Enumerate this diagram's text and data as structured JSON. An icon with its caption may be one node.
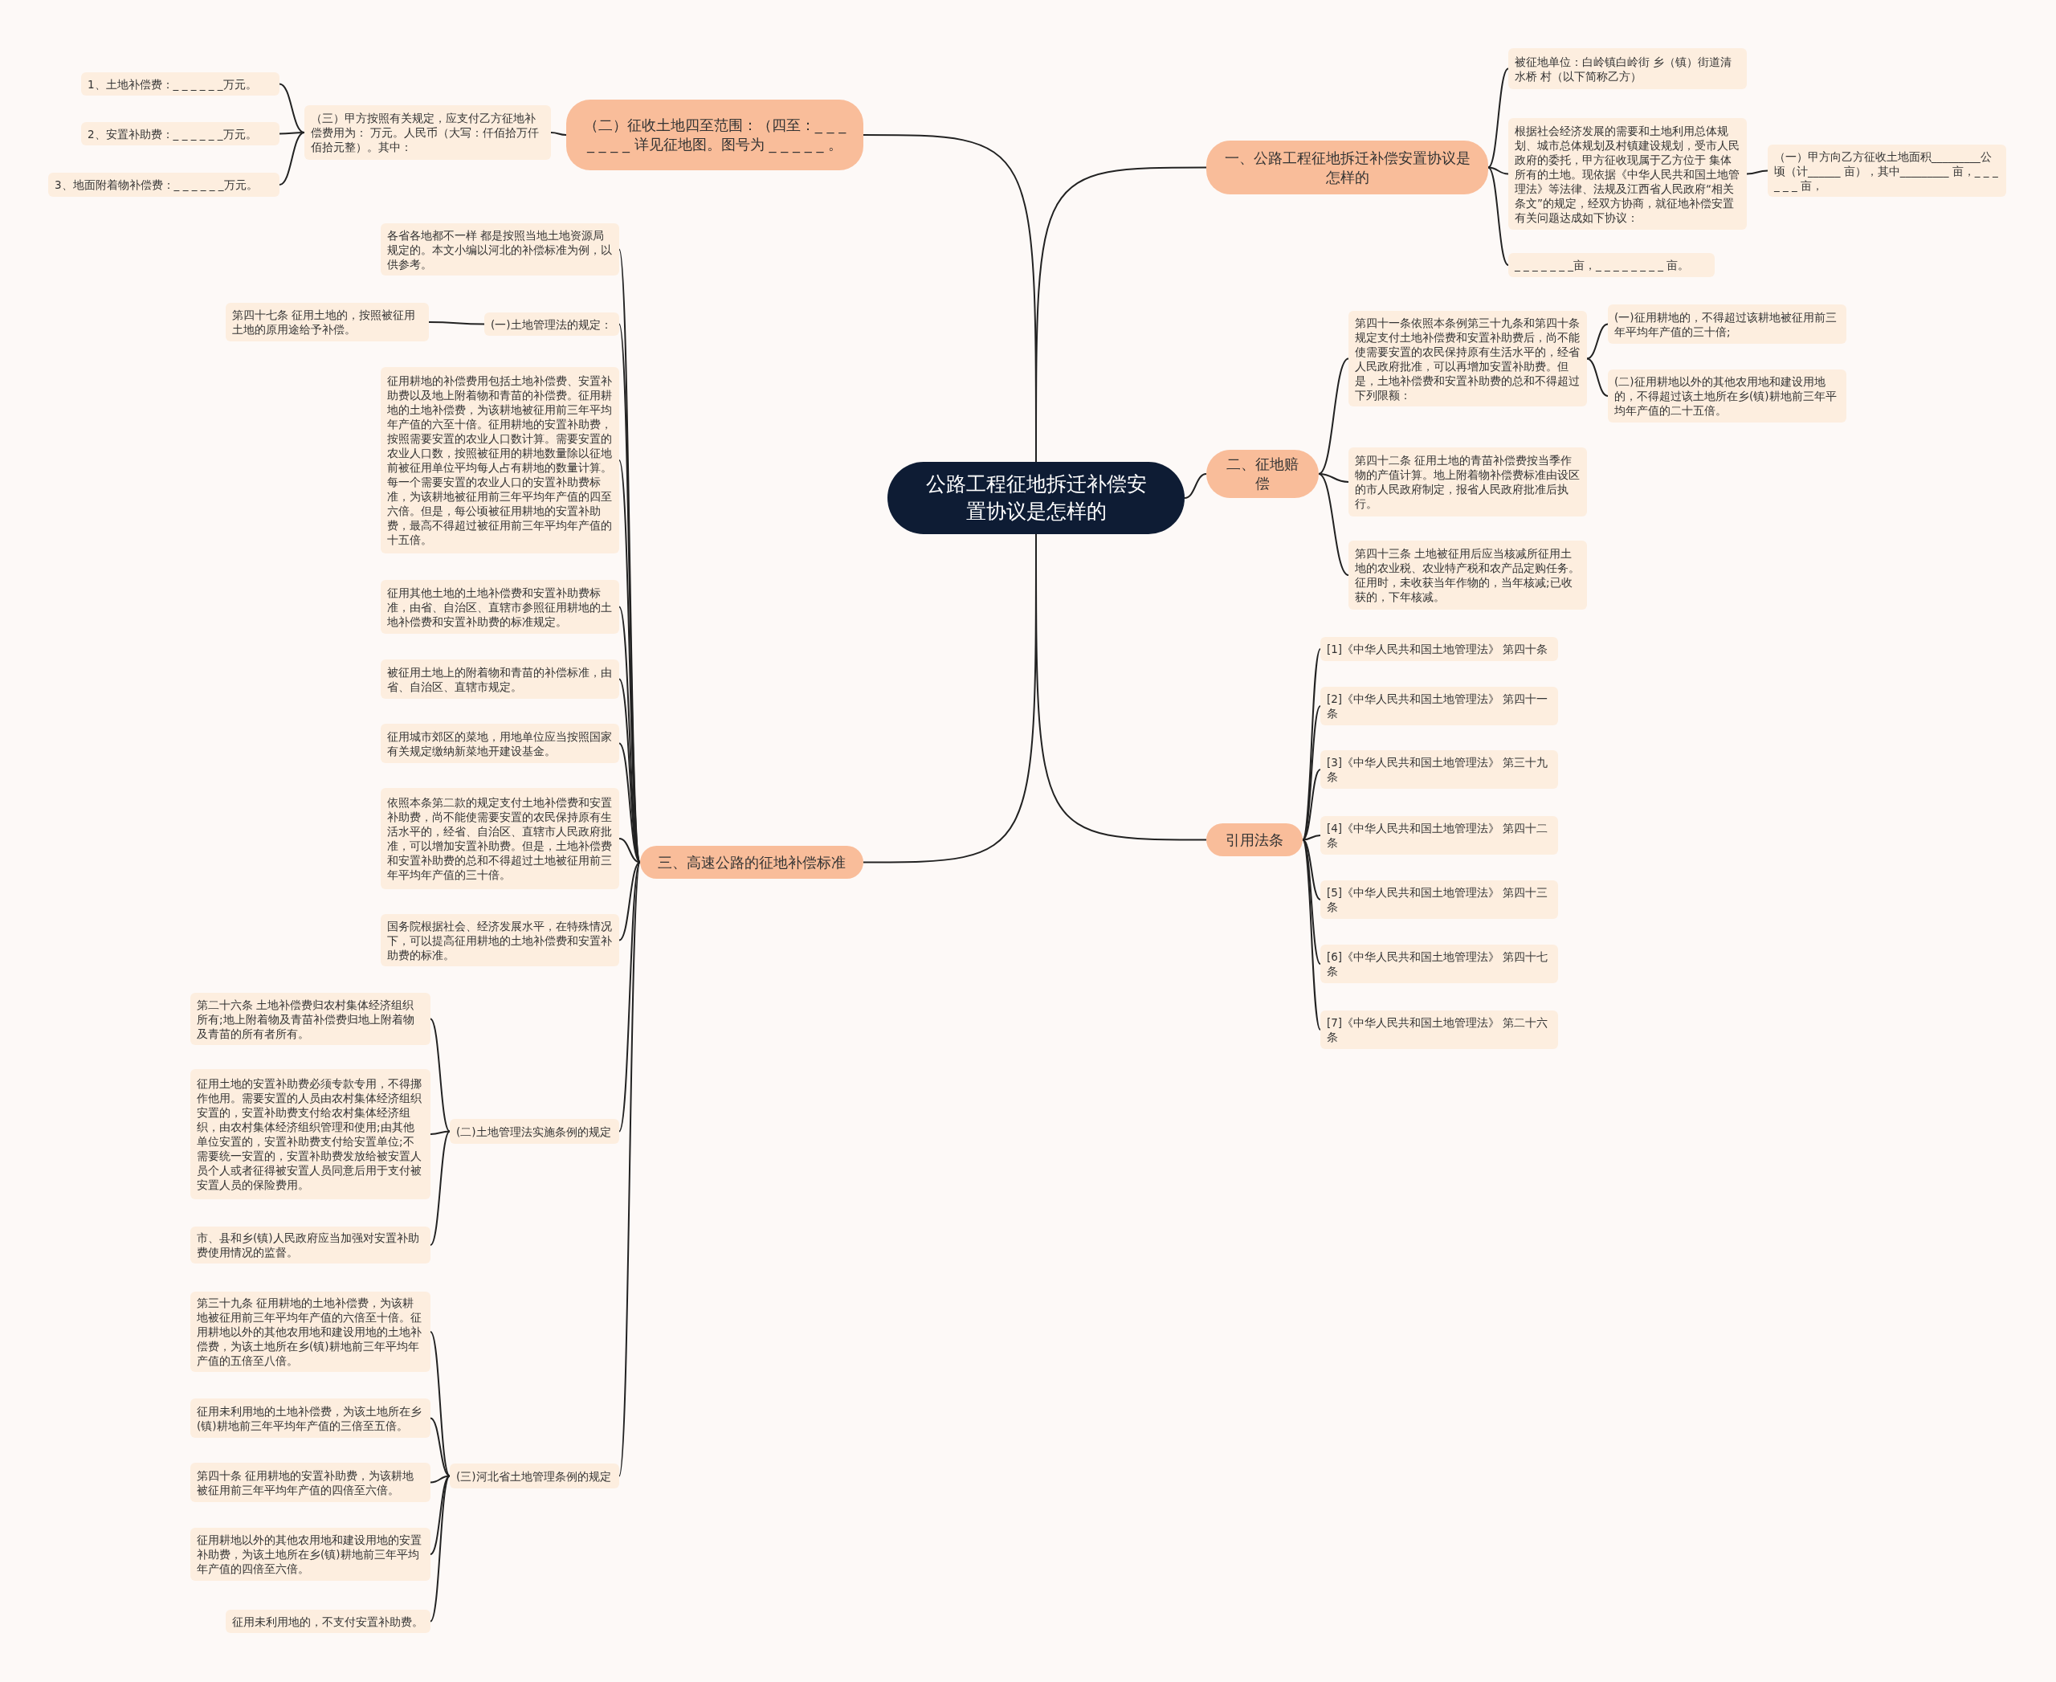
{
  "diagram": {
    "nodes": [
      {
        "text": [
          "公路工程征地拆迁补偿安置协议是怎样的"
        ]
      },
      {
        "text": [
          "一、公路工程征地拆迁补偿安置协议是怎样的"
        ]
      },
      {
        "text": [
          "被征地单位：白岭镇白岭街 乡（镇）街道清水桥 村（以下简称乙方）"
        ]
      },
      {
        "text": [
          "根据社会经济发展的需要和土地利用总体规划、城市总体规划及村镇建设规划，受市人民政府的委托，甲方征收现属于乙方位于 集体所有的土地。现依据《中华人民共和国土地管理法》等法律、法规及江西省人民政府“相关条文”的规定，经双方协商，就征地补偿安置有关问题达成如下协议："
        ]
      },
      {
        "text": [
          "（一）甲方向乙方征收土地面积_________公顷（计______ 亩），其中_________ 亩，_ _ _ _ _ _ 亩，"
        ]
      },
      {
        "text": [
          "_ _ _ _ _ _ _亩，_ _ _ _ _ _ _ _ 亩。"
        ]
      },
      {
        "text": [
          "二、征地赔偿"
        ]
      },
      {
        "text": [
          "第四十一条依照本条例第三十九条和第四十条规定支付土地补偿费和安置补助费后，尚不能使需要安置的农民保持原有生活水平的，经省人民政府批准，可以再增加安置补助费。但是，土地补偿费和安置补助费的总和不得超过下列限额："
        ]
      },
      {
        "text": [
          "(一)征用耕地的，不得超过该耕地被征用前三年平均年产值的三十倍;"
        ]
      },
      {
        "text": [
          "(二)征用耕地以外的其他农用地和建设用地的，不得超过该土地所在乡(镇)耕地前三年平均年产值的二十五倍。"
        ]
      },
      {
        "text": [
          "第四十二条 征用土地的青苗补偿费按当季作物的产值计算。地上附着物补偿费标准由设区的市人民政府制定，报省人民政府批准后执行。"
        ]
      },
      {
        "text": [
          "第四十三条 土地被征用后应当核减所征用土地的农业税、农业特产税和农产品定购任务。征用时，未收获当年作物的，当年核减;已收获的，下年核减。"
        ]
      },
      {
        "text": [
          "引用法条"
        ]
      },
      {
        "text": [
          "[1]《中华人民共和国土地管理法》 第四十条"
        ]
      },
      {
        "text": [
          "[2]《中华人民共和国土地管理法》 第四十一条"
        ]
      },
      {
        "text": [
          "[3]《中华人民共和国土地管理法》 第三十九条"
        ]
      },
      {
        "text": [
          "[4]《中华人民共和国土地管理法》 第四十二条"
        ]
      },
      {
        "text": [
          "[5]《中华人民共和国土地管理法》 第四十三条"
        ]
      },
      {
        "text": [
          "[6]《中华人民共和国土地管理法》 第四十七条"
        ]
      },
      {
        "text": [
          "[7]《中华人民共和国土地管理法》 第二十六条"
        ]
      },
      {
        "text": [
          "（二）征收土地四至范围：（四至：_ _ _ _ _ _ _ 详见征地图。图号为 _ _ _ _ _ 。"
        ]
      },
      {
        "text": [
          "（三）甲方按照有关规定，应支付乙方征地补偿费用为： 万元。人民币（大写：仟佰拾万仟佰拾元整）。其中："
        ]
      },
      {
        "text": [
          "1、土地补偿费：_ _ _ _ _ _万元。"
        ]
      },
      {
        "text": [
          "2、安置补助费：_ _ _ _ _ _万元。"
        ]
      },
      {
        "text": [
          "3、地面附着物补偿费：_ _ _ _ _ _万元。"
        ]
      },
      {
        "text": [
          "三、高速公路的征地补偿标准"
        ]
      },
      {
        "text": [
          "各省各地都不一样 都是按照当地土地资源局规定的。本文小编以河北的补偿标准为例，以供参考。"
        ]
      },
      {
        "text": [
          "(一)土地管理法的规定："
        ]
      },
      {
        "text": [
          "第四十七条 征用土地的，按照被征用土地的原用途给予补偿。"
        ]
      },
      {
        "text": [
          "征用耕地的补偿费用包括土地补偿费、安置补助费以及地上附着物和青苗的补偿费。征用耕地的土地补偿费，为该耕地被征用前三年平均年产值的六至十倍。征用耕地的安置补助费，按照需要安置的农业人口数计算。需要安置的农业人口数，按照被征用的耕地数量除以征地前被征用单位平均每人占有耕地的数量计算。每一个需要安置的农业人口的安置补助费标准，为该耕地被征用前三年平均年产值的四至六倍。但是，每公顷被征用耕地的安置补助费，最高不得超过被征用前三年平均年产值的十五倍。"
        ]
      },
      {
        "text": [
          "征用其他土地的土地补偿费和安置补助费标准，由省、自治区、直辖市参照征用耕地的土地补偿费和安置补助费的标准规定。"
        ]
      },
      {
        "text": [
          "被征用土地上的附着物和青苗的补偿标准，由省、自治区、直辖市规定。"
        ]
      },
      {
        "text": [
          "征用城市郊区的菜地，用地单位应当按照国家有关规定缴纳新菜地开建设基金。"
        ]
      },
      {
        "text": [
          "依照本条第二款的规定支付土地补偿费和安置补助费，尚不能使需要安置的农民保持原有生活水平的，经省、自治区、直辖市人民政府批准，可以增加安置补助费。但是，土地补偿费和安置补助费的总和不得超过土地被征用前三年平均年产值的三十倍。"
        ]
      },
      {
        "text": [
          "国务院根据社会、经济发展水平，在特殊情况下，可以提高征用耕地的土地补偿费和安置补助费的标准。"
        ]
      },
      {
        "text": [
          "(二)土地管理法实施条例的规定"
        ]
      },
      {
        "text": [
          "第二十六条 土地补偿费归农村集体经济组织所有;地上附着物及青苗补偿费归地上附着物及青苗的所有者所有。"
        ]
      },
      {
        "text": [
          "征用土地的安置补助费必须专款专用，不得挪作他用。需要安置的人员由农村集体经济组织安置的，安置补助费支付给农村集体经济组织，由农村集体经济组织管理和使用;由其他单位安置的，安置补助费支付给安置单位;不需要统一安置的，安置补助费发放给被安置人员个人或者征得被安置人员同意后用于支付被安置人员的保险费用。"
        ]
      },
      {
        "text": [
          "市、县和乡(镇)人民政府应当加强对安置补助费使用情况的监督。"
        ]
      },
      {
        "text": [
          "(三)河北省土地管理条例的规定"
        ]
      },
      {
        "text": [
          "第三十九条 征用耕地的土地补偿费，为该耕地被征用前三年平均年产值的六倍至十倍。征用耕地以外的其他农用地和建设用地的土地补偿费，为该土地所在乡(镇)耕地前三年平均年产值的五倍至八倍。"
        ]
      },
      {
        "text": [
          "征用未利用地的土地补偿费，为该土地所在乡(镇)耕地前三年平均年产值的三倍至五倍。"
        ]
      },
      {
        "text": [
          "第四十条 征用耕地的安置补助费，为该耕地被征用前三年平均年产值的四倍至六倍。"
        ]
      },
      {
        "text": [
          "征用耕地以外的其他农用地和建设用地的安置补助费，为该土地所在乡(镇)耕地前三年平均年产值的四倍至六倍。"
        ]
      },
      {
        "text": [
          "征用未利用地的，不支付安置补助费。"
        ]
      }
    ],
    "edges": [
      {
        "from": 0,
        "to": 1,
        "arrow": "none"
      },
      {
        "from": 1,
        "to": 2,
        "arrow": "none"
      },
      {
        "from": 1,
        "to": 3,
        "arrow": "none"
      },
      {
        "from": 3,
        "to": 4,
        "arrow": "none"
      },
      {
        "from": 1,
        "to": 5,
        "arrow": "none"
      },
      {
        "from": 0,
        "to": 6,
        "arrow": "none"
      },
      {
        "from": 6,
        "to": 7,
        "arrow": "none"
      },
      {
        "from": 7,
        "to": 8,
        "arrow": "none"
      },
      {
        "from": 7,
        "to": 9,
        "arrow": "none"
      },
      {
        "from": 6,
        "to": 10,
        "arrow": "none"
      },
      {
        "from": 6,
        "to": 11,
        "arrow": "none"
      },
      {
        "from": 0,
        "to": 12,
        "arrow": "none"
      },
      {
        "from": 12,
        "to": 13,
        "arrow": "none"
      },
      {
        "from": 12,
        "to": 14,
        "arrow": "none"
      },
      {
        "from": 12,
        "to": 15,
        "arrow": "none"
      },
      {
        "from": 12,
        "to": 16,
        "arrow": "none"
      },
      {
        "from": 12,
        "to": 17,
        "arrow": "none"
      },
      {
        "from": 12,
        "to": 18,
        "arrow": "none"
      },
      {
        "from": 12,
        "to": 19,
        "arrow": "none"
      },
      {
        "from": 0,
        "to": 20,
        "arrow": "none"
      },
      {
        "from": 20,
        "to": 21,
        "arrow": "none"
      },
      {
        "from": 21,
        "to": 22,
        "arrow": "none"
      },
      {
        "from": 21,
        "to": 23,
        "arrow": "none"
      },
      {
        "from": 21,
        "to": 24,
        "arrow": "none"
      },
      {
        "from": 0,
        "to": 25,
        "arrow": "none"
      },
      {
        "from": 25,
        "to": 26,
        "arrow": "none"
      },
      {
        "from": 25,
        "to": 27,
        "arrow": "none"
      },
      {
        "from": 27,
        "to": 28,
        "arrow": "none"
      },
      {
        "from": 25,
        "to": 29,
        "arrow": "none"
      },
      {
        "from": 25,
        "to": 30,
        "arrow": "none"
      },
      {
        "from": 25,
        "to": 31,
        "arrow": "none"
      },
      {
        "from": 25,
        "to": 32,
        "arrow": "none"
      },
      {
        "from": 25,
        "to": 33,
        "arrow": "none"
      },
      {
        "from": 25,
        "to": 34,
        "arrow": "none"
      },
      {
        "from": 25,
        "to": 35,
        "arrow": "none"
      },
      {
        "from": 35,
        "to": 36,
        "arrow": "none"
      },
      {
        "from": 35,
        "to": 37,
        "arrow": "none"
      },
      {
        "from": 35,
        "to": 38,
        "arrow": "none"
      },
      {
        "from": 25,
        "to": 39,
        "arrow": "none"
      },
      {
        "from": 39,
        "to": 40,
        "arrow": "none"
      },
      {
        "from": 39,
        "to": 41,
        "arrow": "none"
      },
      {
        "from": 39,
        "to": 42,
        "arrow": "none"
      },
      {
        "from": 39,
        "to": 43,
        "arrow": "none"
      },
      {
        "from": 39,
        "to": 44,
        "arrow": "none"
      }
    ]
  }
}
